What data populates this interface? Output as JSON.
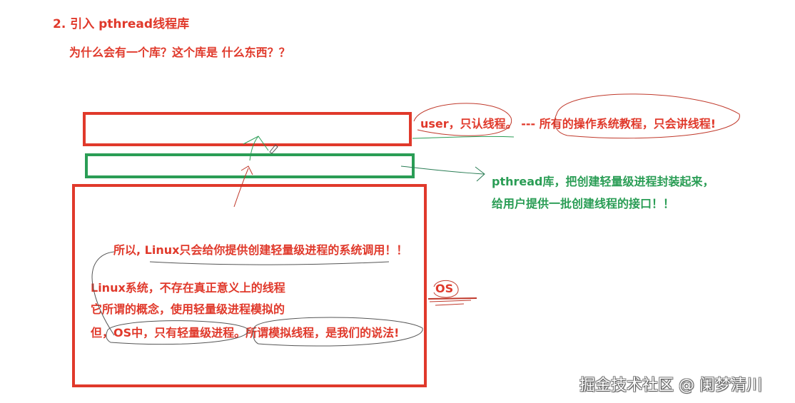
{
  "slide": {
    "heading": "2. 引入 pthread线程库",
    "question": "为什么会有一个库？这个库是 什么东西？？"
  },
  "layers": {
    "user_box": {
      "label": "user layer box",
      "color": "#e0392b"
    },
    "library_box": {
      "label": "pthread library box",
      "color": "#2a9d55"
    },
    "os_box": {
      "label": "OS box",
      "color": "#e0392b"
    }
  },
  "annotations": {
    "user_note": "user，只认线程。 --- 所有的操作系统教程，只会讲线程!",
    "pthread_note_line1": "pthread库，把创建轻量级进程封装起来，",
    "pthread_note_line2": "给用户提供一批创建线程的接口！！",
    "os_label": "OS"
  },
  "os_box_text": {
    "line1": "所以, Linux只会给你提供创建轻量级进程的系统调用！！",
    "line2": "Linux系统，不存在真正意义上的线程",
    "line3": "它所谓的概念，使用轻量级进程模拟的",
    "line4": "但，OS中，只有轻量级进程。所谓模拟线程，是我们的说法!"
  },
  "colors": {
    "red": "#e0392b",
    "green": "#2a9d55",
    "background": "#ffffff"
  },
  "watermark": "掘金技术社区 @ 阑梦清川"
}
